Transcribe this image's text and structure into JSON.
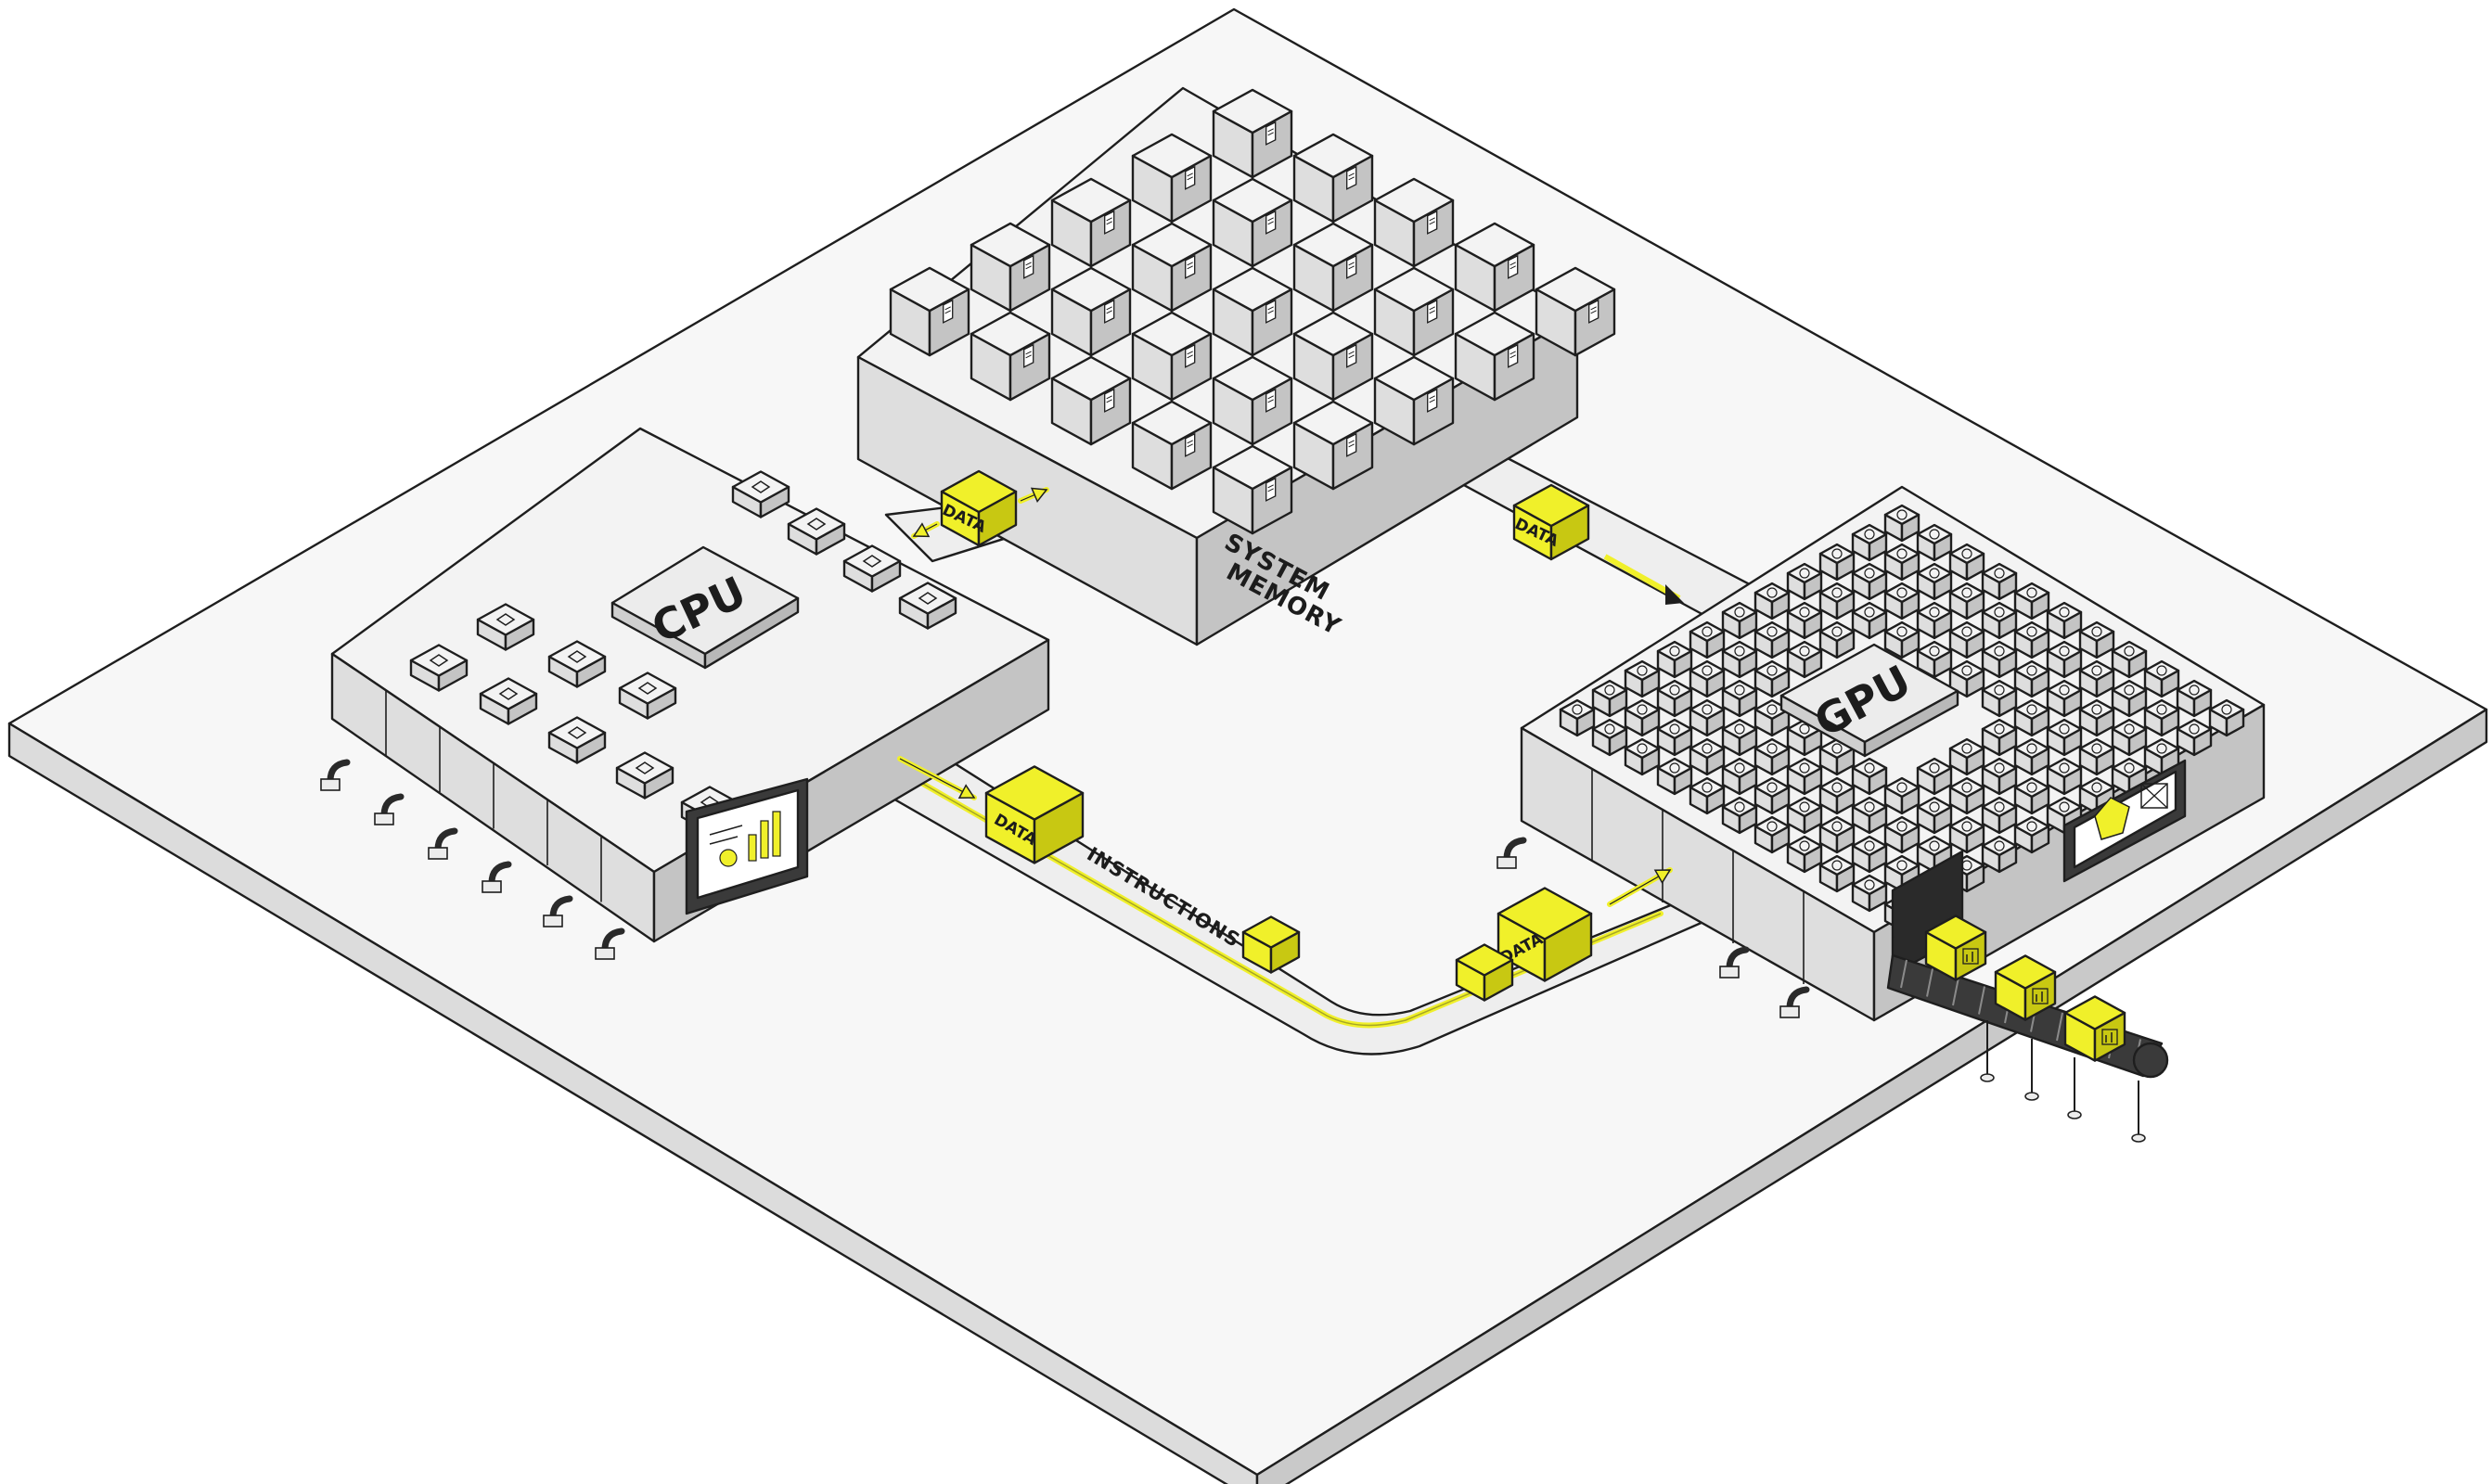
{
  "labels": {
    "cpu": "CPU",
    "gpu": "GPU",
    "system_memory_line1": "SYSTEM",
    "system_memory_line2": "MEMORY",
    "instructions": "INSTRUCTIONS",
    "data_tag": "DATA"
  },
  "colors": {
    "accent": "#f0f02a",
    "accent_dark": "#c8c812",
    "top_light": "#f3f3f3",
    "side_mid": "#dedede",
    "side_dark": "#c4c4c4",
    "outline": "#1e1e1e"
  },
  "icons": {
    "memory_block": "document-icon",
    "cpu_core": "arrow-chip-icon",
    "gpu_core": "gear-icon",
    "cpu_screen": "bar-chart-icon",
    "gpu_screen": "geometry-icon",
    "conveyor_output": "chart-box-icon",
    "connector": "cable-plug-icon"
  }
}
